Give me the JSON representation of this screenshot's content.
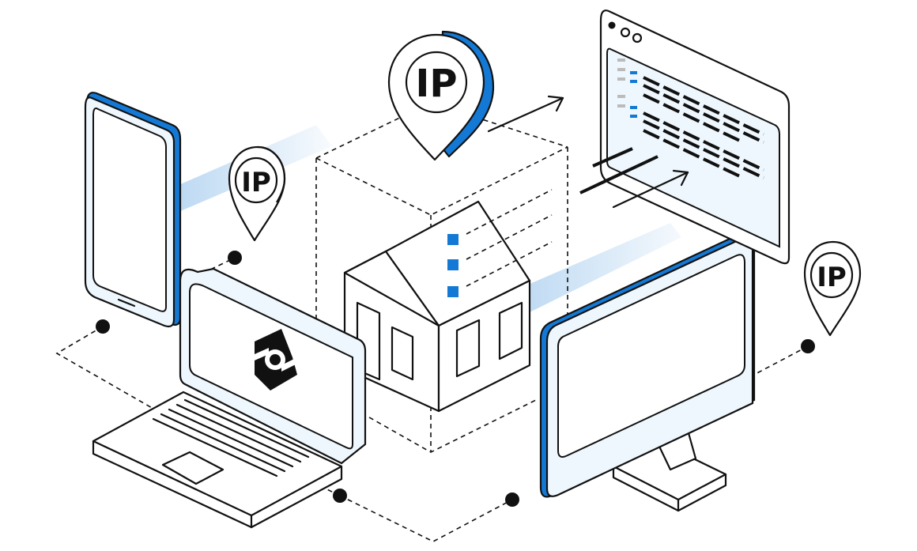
{
  "illustration": {
    "pins": [
      {
        "label": "IP"
      },
      {
        "label": "IP"
      },
      {
        "label": "IP"
      }
    ]
  },
  "colors": {
    "accent": "#1479d4",
    "accent_light": "#b9d7f2",
    "screen_fill": "#eef7fd",
    "ink": "#111111",
    "background": "#ffffff"
  },
  "icons": [
    "smartphone-icon",
    "laptop-icon",
    "house-icon",
    "desktop-monitor-icon",
    "browser-window-icon",
    "location-pin-icon",
    "app-logo-icon",
    "arrow-icon"
  ]
}
